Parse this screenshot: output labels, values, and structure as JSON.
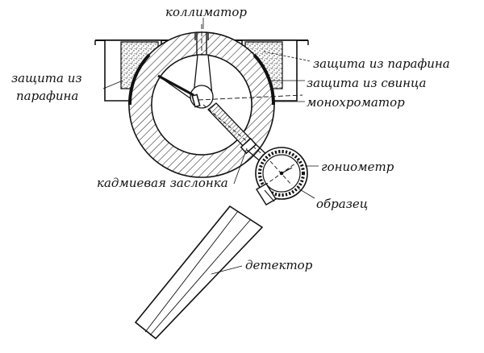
{
  "labels": {
    "collimator": "коллиматор",
    "paraffin_shield_right": "защита из парафина",
    "lead_shield": "защита из свинца",
    "monochromator": "монохроматор",
    "paraffin_shield_left_line1": "защита из",
    "paraffin_shield_left_line2": "парафина",
    "cadmium_shutter": "кадмиевая заслонка",
    "goniometer": "гониометр",
    "sample": "образец",
    "detector": "детектор"
  }
}
